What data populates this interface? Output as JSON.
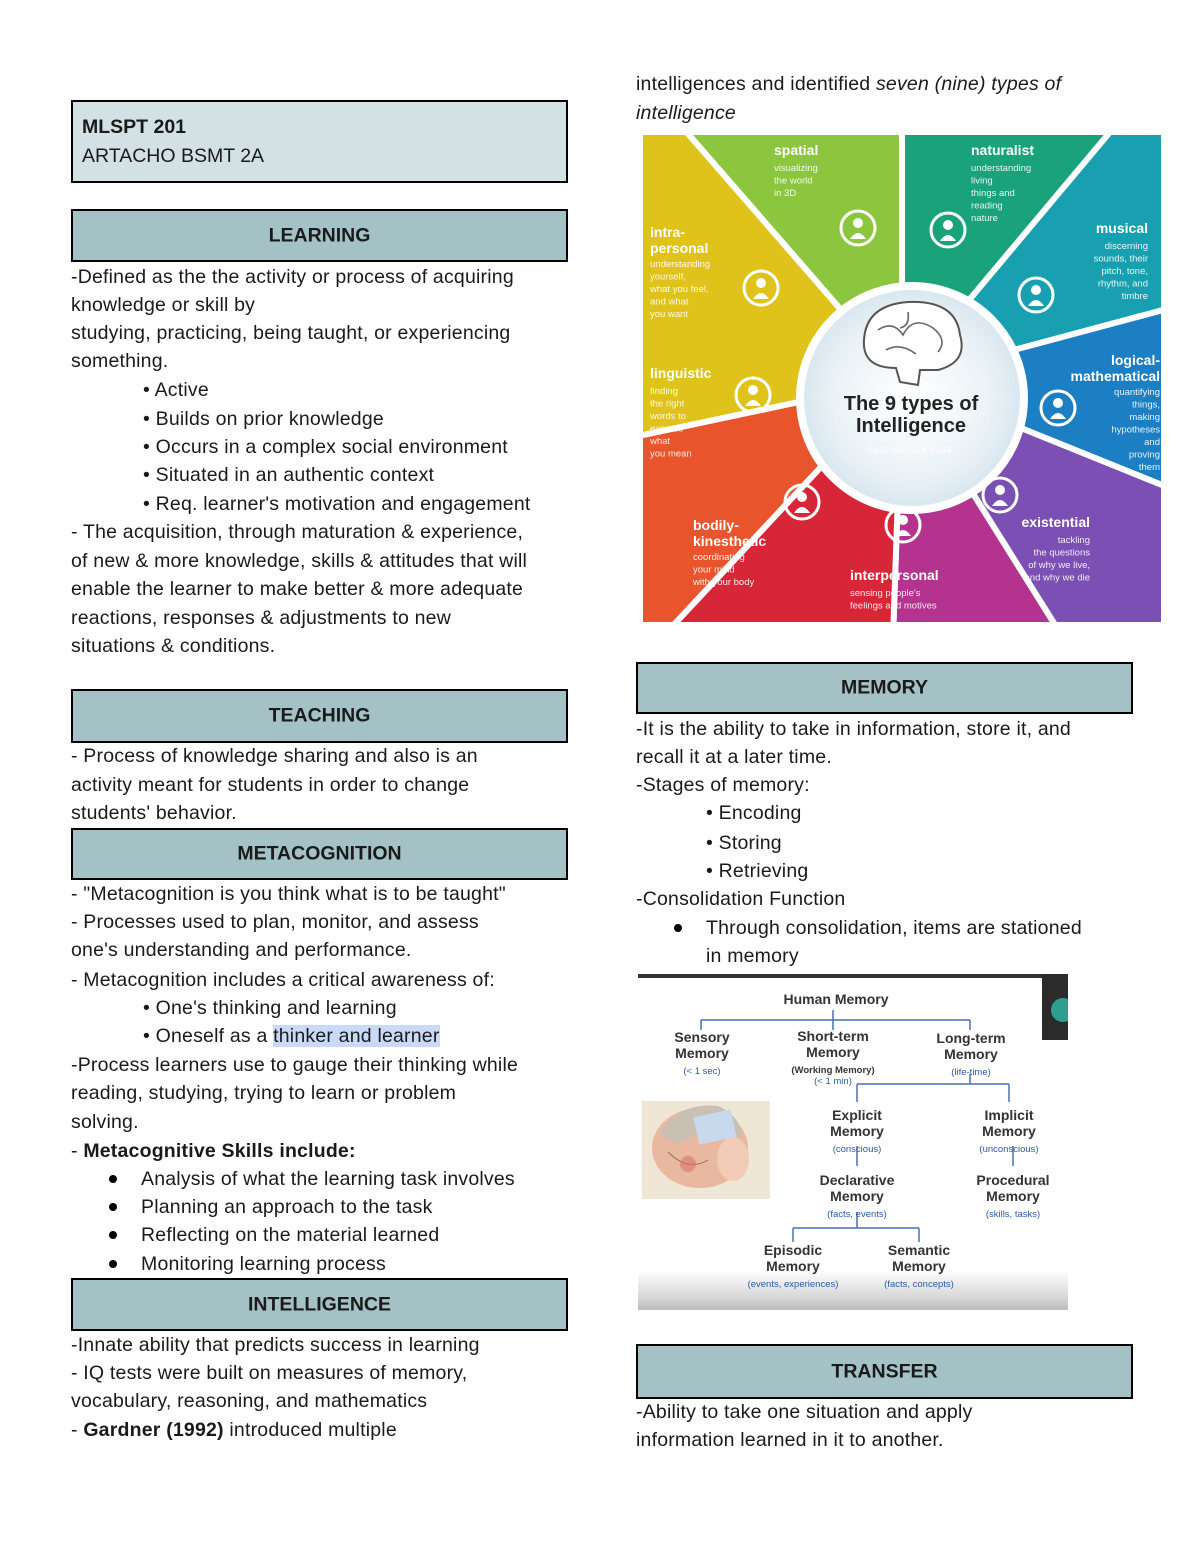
{
  "header": {
    "course": "MLSPT 201",
    "student": "ARTACHO BSMT 2A"
  },
  "learning": {
    "title": "LEARNING",
    "lines": [
      "-Defined as the the activity or process of acquiring",
      "knowledge or skill by",
      "studying, practicing, being taught, or experiencing",
      "something."
    ],
    "bullets": [
      "• Active",
      "• Builds on prior knowledge",
      "• Occurs in a complex social  environment",
      "• Situated in an authentic context",
      "• Req. learner's motivation and engagement"
    ],
    "lines2": [
      "- The acquisition, through maturation & experience,",
      "of new & more knowledge, skills & attitudes that will",
      "enable the learner to make better & more adequate",
      "reactions, responses & adjustments to new",
      "situations & conditions."
    ]
  },
  "teaching": {
    "title": "TEACHING",
    "lines": [
      "- Process of knowledge sharing and also is an",
      "activity meant for students in order to change",
      "students' behavior."
    ]
  },
  "metacognition": {
    "title": "METACOGNITION",
    "lines": [
      "- \"Metacognition is you think what is to be taught\"",
      "- Processes used to plan, monitor, and assess",
      "one's understanding and performance.",
      "- Metacognition includes a critical awareness of:"
    ],
    "bullets": [
      "• One's thinking and learning",
      "• Oneself as a "
    ],
    "highlight": "thinker and learner",
    "lines2": [
      "-Process learners use to gauge their thinking while",
      "reading, studying, trying to learn or problem",
      "solving."
    ],
    "skills_prefix": "- ",
    "skills_label": "Metacognitive Skills include:",
    "skills": [
      " Analysis of what the learning task involves",
      "Planning an approach to the task",
      " Reflecting on the material learned",
      "Monitoring learning process"
    ]
  },
  "intelligence": {
    "title": "INTELLIGENCE",
    "lines": [
      "-Innate ability that predicts success in learning",
      "- IQ tests were built on measures of memory,",
      "vocabulary, reasoning, and mathematics"
    ],
    "gardner_prefix": "- ",
    "gardner_bold": "Gardner (1992)",
    "gardner_rest": " introduced multiple",
    "cont_plain": "intelligences and identified ",
    "cont_italic": "seven (nine) types of",
    "cont_italic2": "intelligence"
  },
  "infographic": {
    "title_line1": "The 9 types of",
    "title_line2": "Intelligence",
    "author": "ELIE ABOU ASSAF",
    "segments": [
      {
        "name": "spatial",
        "desc": [
          "visualizing",
          "the world",
          "in 3D"
        ],
        "color": "#8cc63f"
      },
      {
        "name": "naturalist",
        "desc": [
          "understanding",
          "living",
          "things and",
          "reading",
          "nature"
        ],
        "color": "#1aa37a"
      },
      {
        "name": "musical",
        "desc": [
          "discerning",
          "sounds, their",
          "pitch, tone,",
          "rhythm, and",
          "timbre"
        ],
        "color": "#18a0b0"
      },
      {
        "name": "logical-",
        "name2": "mathematical",
        "desc": [
          "quantifying",
          "things,",
          "making",
          "hypotheses",
          "and",
          "proving",
          "them"
        ],
        "color": "#1c7fc4"
      },
      {
        "name": "existential",
        "desc": [
          "tackling",
          "the questions",
          "of why we live,",
          "and why we die"
        ],
        "color": "#7b4fb3"
      },
      {
        "name": "interpersonal",
        "desc": [
          "sensing people's",
          "feelings and motives"
        ],
        "color": "#b3338f"
      },
      {
        "name": "bodily-",
        "name2": "kinesthetic",
        "desc": [
          "coordinating",
          "your mind",
          "with your body"
        ],
        "color": "#d72638"
      },
      {
        "name": "linguistic",
        "desc": [
          "finding",
          "the right",
          "words to",
          "express",
          "what",
          "you mean"
        ],
        "color": "#e8542b"
      },
      {
        "name": "intra-",
        "name2": "personal",
        "desc": [
          "understanding",
          "yourself,",
          "what you feel,",
          "and what",
          "you want"
        ],
        "color": "#e0c31a"
      }
    ]
  },
  "memory": {
    "title": "MEMORY",
    "lines": [
      "-It is the ability to take in information, store it, and",
      "recall it at a later time.",
      "-Stages of memory:"
    ],
    "stages": [
      "• Encoding",
      "• Storing",
      "• Retrieving"
    ],
    "consolidation": "-Consolidation Function",
    "consolidation_bullet": " Through consolidation, items are stationed",
    "consolidation_bullet2": "in memory"
  },
  "diagram": {
    "root": "Human Memory",
    "sensory": [
      "Sensory",
      "Memory",
      "(< 1 sec)"
    ],
    "short": [
      "Short-term",
      "Memory",
      "(Working Memory)",
      "(< 1 min)"
    ],
    "long": [
      "Long-term",
      "Memory",
      "(life-time)"
    ],
    "explicit": [
      "Explicit",
      "Memory",
      "(conscious)"
    ],
    "implicit": [
      "Implicit",
      "Memory",
      "(unconscious)"
    ],
    "declarative": [
      "Declarative",
      "Memory",
      "(facts, events)"
    ],
    "procedural": [
      "Procedural",
      "Memory",
      "(skills, tasks)"
    ],
    "episodic": [
      "Episodic",
      "Memory",
      "(events, experiences)"
    ],
    "semantic": [
      "Semantic",
      "Memory",
      "(facts, concepts)"
    ]
  },
  "transfer": {
    "title": "TRANSFER",
    "lines": [
      "-Ability to take one situation and apply",
      "information learned in it to another."
    ]
  }
}
